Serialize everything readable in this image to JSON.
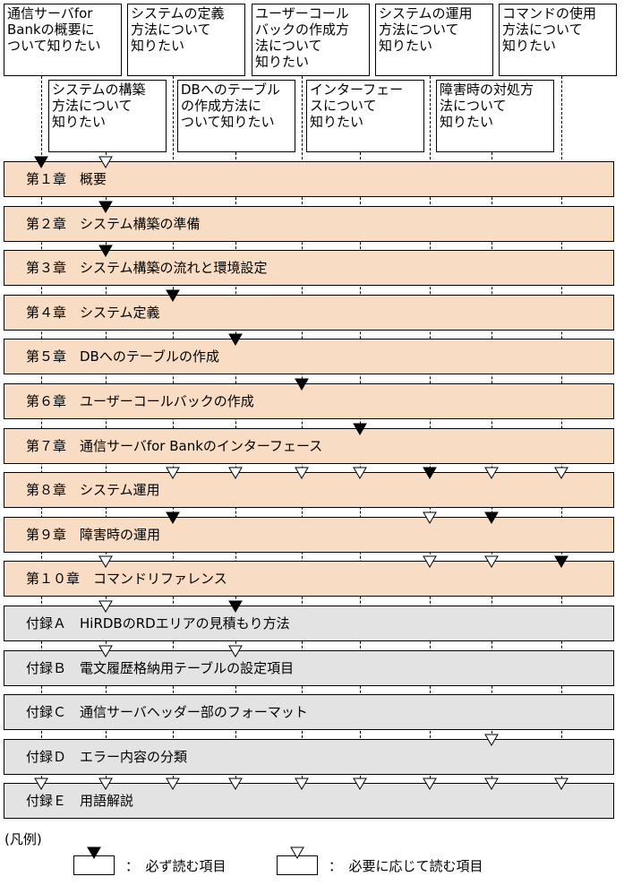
{
  "goals": [
    {
      "id": "g1",
      "text": "通信サーバfor\nBankの概要に\nついて知りたい"
    },
    {
      "id": "g2",
      "text": "システムの構築\n方法について\n知りたい"
    },
    {
      "id": "g3",
      "text": "システムの定義\n方法について\n知りたい"
    },
    {
      "id": "g4",
      "text": "DBへのテーブル\nの作成方法に\nついて知りたい"
    },
    {
      "id": "g5",
      "text": "ユーザーコール\nバックの作成方\n法について\n知りたい"
    },
    {
      "id": "g6",
      "text": "インターフェー\nスについて\n知りたい"
    },
    {
      "id": "g7",
      "text": "システムの運用\n方法について\n知りたい"
    },
    {
      "id": "g8",
      "text": "障害時の対処方\n法について\n知りたい"
    },
    {
      "id": "g9",
      "text": "コマンドの使用\n方法について\n知りたい"
    }
  ],
  "sections": [
    {
      "label": "第１章　概要",
      "kind": "chapter",
      "required": [
        "g1"
      ],
      "optional": [
        "g2"
      ]
    },
    {
      "label": "第２章　システム構築の準備",
      "kind": "chapter",
      "required": [
        "g2"
      ],
      "optional": []
    },
    {
      "label": "第３章　システム構築の流れと環境設定",
      "kind": "chapter",
      "required": [
        "g2"
      ],
      "optional": []
    },
    {
      "label": "第４章　システム定義",
      "kind": "chapter",
      "required": [
        "g3"
      ],
      "optional": []
    },
    {
      "label": "第５章　DBへのテーブルの作成",
      "kind": "chapter",
      "required": [
        "g4"
      ],
      "optional": []
    },
    {
      "label": "第６章　ユーザーコールバックの作成",
      "kind": "chapter",
      "required": [
        "g5"
      ],
      "optional": []
    },
    {
      "label": "第７章　通信サーバfor Bankのインターフェース",
      "kind": "chapter",
      "required": [
        "g6"
      ],
      "optional": []
    },
    {
      "label": "第８章　システム運用",
      "kind": "chapter",
      "required": [
        "g7"
      ],
      "optional": [
        "g3",
        "g4",
        "g5",
        "g6",
        "g8",
        "g9"
      ]
    },
    {
      "label": "第９章　障害時の運用",
      "kind": "chapter",
      "required": [
        "g3",
        "g8"
      ],
      "optional": [
        "g7"
      ]
    },
    {
      "label": "第１０章　コマンドリファレンス",
      "kind": "chapter",
      "required": [
        "g9"
      ],
      "optional": [
        "g2",
        "g7",
        "g8"
      ]
    },
    {
      "label": "付録Ａ　HiRDBのRDエリアの見積もり方法",
      "kind": "appendix",
      "required": [
        "g4"
      ],
      "optional": [
        "g2"
      ]
    },
    {
      "label": "付録Ｂ　電文履歴格納用テーブルの設定項目",
      "kind": "appendix",
      "required": [],
      "optional": [
        "g2",
        "g4"
      ]
    },
    {
      "label": "付録Ｃ　通信サーバヘッダー部のフォーマット",
      "kind": "appendix",
      "required": [],
      "optional": []
    },
    {
      "label": "付録Ｄ　エラー内容の分類",
      "kind": "appendix",
      "required": [],
      "optional": [
        "g8"
      ]
    },
    {
      "label": "付録Ｅ　用語解説",
      "kind": "appendix",
      "required": [],
      "optional": [
        "g1",
        "g2",
        "g3",
        "g4",
        "g5",
        "g6",
        "g7",
        "g8",
        "g9"
      ]
    }
  ],
  "legend": {
    "title": "(凡例)",
    "required_label": "：　必ず読む項目",
    "optional_label": "：　必要に応じて読む項目"
  }
}
